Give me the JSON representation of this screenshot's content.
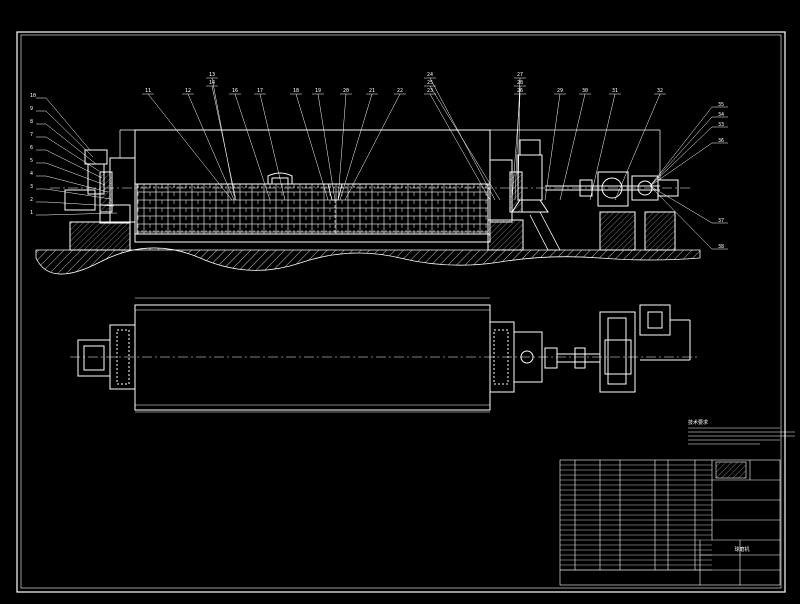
{
  "colors": {
    "background": "#000000",
    "line": "#ffffff",
    "hatch": "#bfbfbf",
    "label": "#ffffff"
  },
  "elevation_view": {
    "left_callouts": [
      "10",
      "9",
      "8",
      "7",
      "6",
      "5",
      "4",
      "3",
      "2",
      "1"
    ],
    "top_callouts": [
      "11",
      "12",
      "13",
      "14",
      "16",
      "17",
      "18",
      "19",
      "20",
      "21",
      "22",
      "23",
      "24",
      "25",
      "26",
      "27",
      "28",
      "29",
      "30",
      "31",
      "32"
    ],
    "right_callouts": [
      "35",
      "34",
      "33",
      "36",
      "37",
      "38"
    ]
  },
  "plan_view": {},
  "notes": {
    "heading": "技术要求"
  },
  "title_block": {
    "part_name": "球磨机"
  }
}
